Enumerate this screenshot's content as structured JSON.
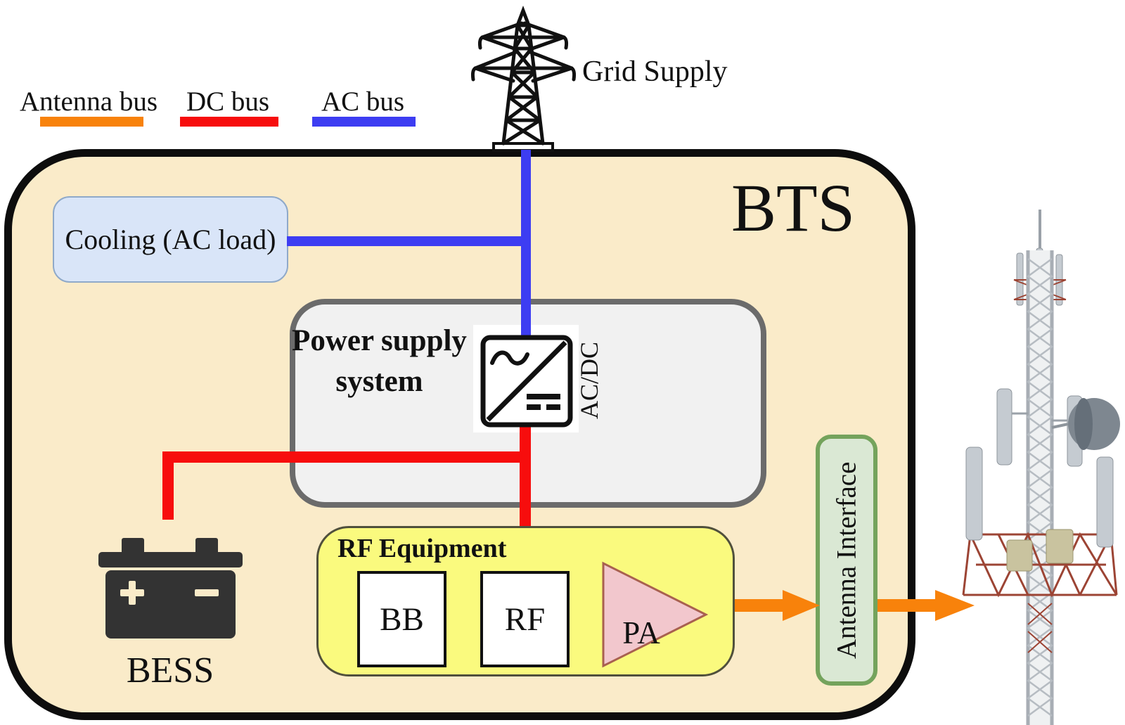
{
  "legend": {
    "items": [
      {
        "label": "Antenna bus",
        "color": "#F8820B"
      },
      {
        "label": "DC bus",
        "color": "#F70D0D"
      },
      {
        "label": "AC bus",
        "color": "#3D3DF2"
      }
    ]
  },
  "grid_supply_label": "Grid Supply",
  "bts_title": "BTS",
  "cooling_label": "Cooling (AC load)",
  "power_supply": {
    "title_line1": "Power supply",
    "title_line2": "system",
    "converter_label": "AC/DC"
  },
  "rf_equipment": {
    "title": "RF Equipment",
    "bb_label": "BB",
    "rf_label": "RF",
    "pa_label": "PA"
  },
  "bess_label": "BESS",
  "antenna_interface_label": "Antenna Interface",
  "colors": {
    "bts_fill": "#FAEBC9",
    "bts_border": "#0D0D0D",
    "cooling_fill": "#D9E5F8",
    "power_supply_fill": "#F1F1F1",
    "power_supply_border": "#6B6B6B",
    "rf_fill": "#FAFA7E",
    "antenna_interface_fill": "#DAE8D4",
    "antenna_interface_border": "#74A35C",
    "pa_fill": "#F2C7CD",
    "antenna_bus": "#F8820B",
    "dc_bus": "#F70D0D",
    "ac_bus": "#3D3DF2",
    "battery": "#333333"
  }
}
